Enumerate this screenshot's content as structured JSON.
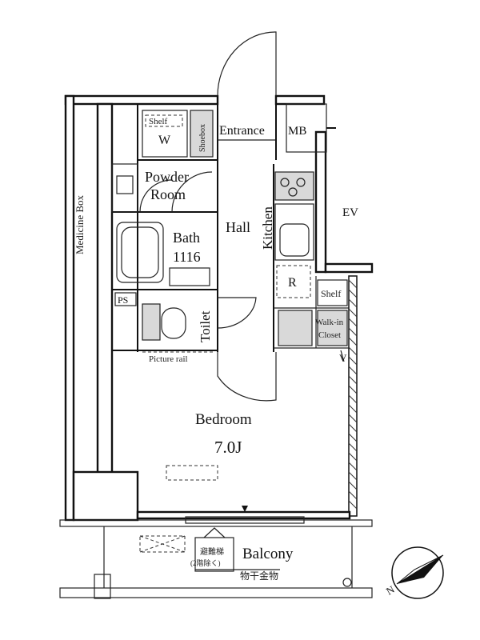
{
  "rooms": {
    "entrance": "Entrance",
    "mb": "MB",
    "shelf_top": "Shelf",
    "w": "W",
    "shoebox": "Shoebox",
    "powder_line1": "Powder",
    "powder_line2": "Room",
    "hall": "Hall",
    "kitchen": "Kitchen",
    "ev": "EV",
    "bath_line1": "Bath",
    "bath_line2": "1116",
    "r": "R",
    "ps": "PS",
    "toilet": "Toilet",
    "shelf_right": "Shelf",
    "walkin_line1": "Walk-in",
    "walkin_line2": "Closet",
    "picture_rail": "Picture rail",
    "medicine_box": "Medicine Box",
    "bedroom": "Bedroom",
    "bedroom_size": "7.0J",
    "balcony": "Balcony",
    "hanger_line1": "避難梯",
    "hanger_line2": "(2階除く)",
    "drying_rack": "物干金物",
    "v": "V"
  },
  "compass": {
    "north": "N"
  },
  "colors": {
    "wall": "#111111",
    "fill": "#d9d9d9",
    "background": "#ffffff"
  }
}
